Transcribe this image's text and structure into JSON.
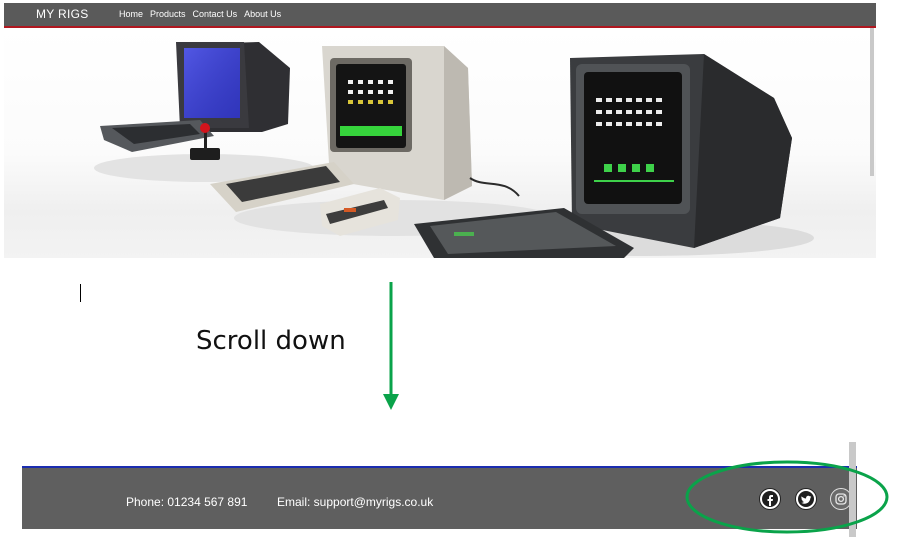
{
  "navbar": {
    "brand": "MY RIGS",
    "links": [
      {
        "label": "Home"
      },
      {
        "label": "Products"
      },
      {
        "label": "Contact Us"
      },
      {
        "label": "About Us"
      }
    ],
    "accent_color": "#b0171f"
  },
  "annotation": {
    "scroll_label": "Scroll down",
    "arrow_color": "#0aa34a",
    "highlight_color": "#0aa34a"
  },
  "footer": {
    "phone": "Phone: 01234 567 891",
    "email": "Email: support@myrigs.co.uk",
    "border_color": "#1b2db0",
    "social_icons": [
      "facebook-icon",
      "twitter-icon",
      "instagram-icon"
    ]
  }
}
